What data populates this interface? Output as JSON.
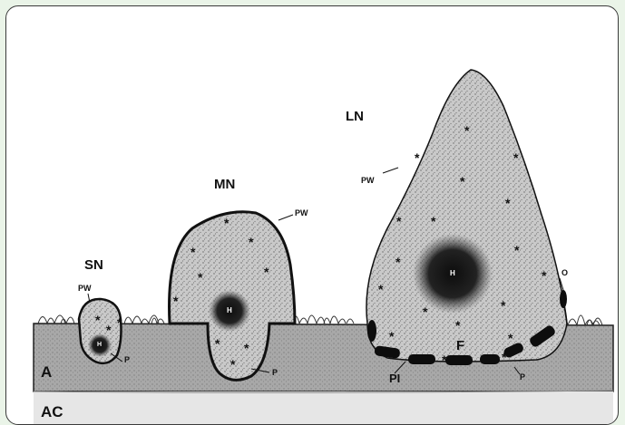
{
  "figure": {
    "labels": {
      "small_nodule": "SN",
      "medium_nodule": "MN",
      "large_nodule": "LN",
      "pw": "PW",
      "h": "H",
      "p": "P",
      "f": "F",
      "pi": "PI",
      "o": "O",
      "a": "A",
      "ac": "AC"
    },
    "marker": "*"
  },
  "colors": {
    "ink": "#111111",
    "frame_accent": "#2e7d32",
    "stipple_fill": "#bdbdbd",
    "ground_fill": "#9e9e9e",
    "nucleus": "#1a1a1a"
  }
}
